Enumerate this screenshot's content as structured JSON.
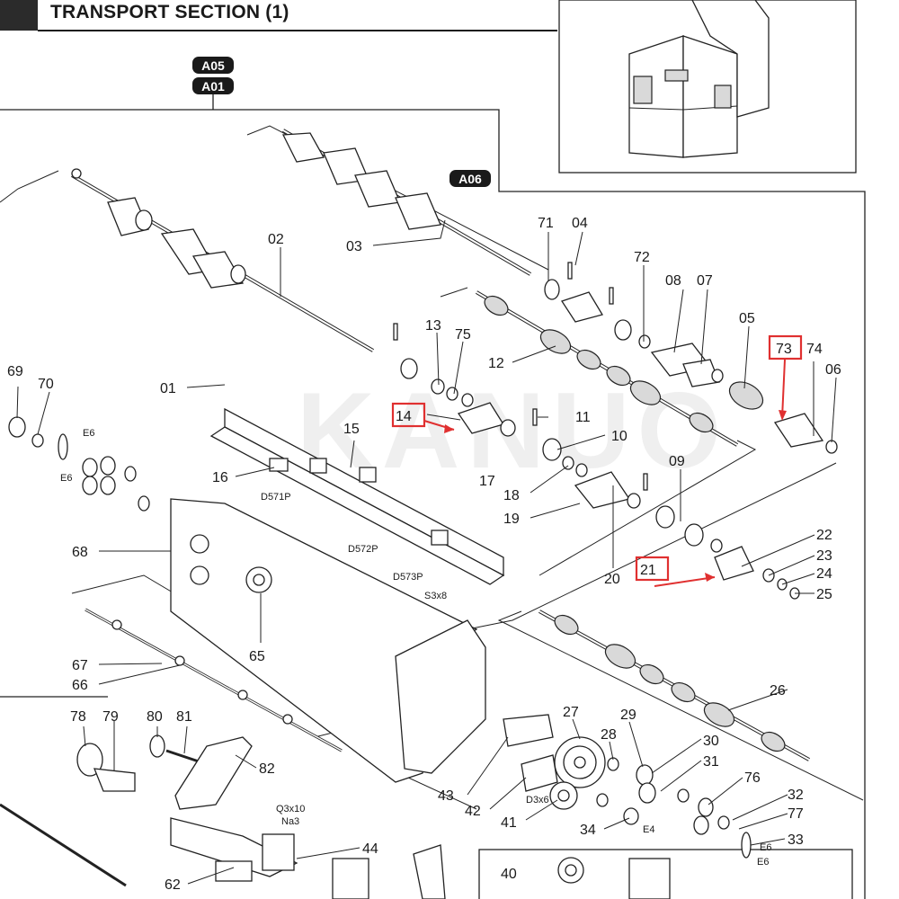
{
  "header": {
    "title": "TRANSPORT SECTION (1)"
  },
  "watermark": "KANUO",
  "tags": [
    "A05",
    "A01",
    "A06"
  ],
  "labels": {
    "l01": "01",
    "l02": "02",
    "l03": "03",
    "l04": "04",
    "l05": "05",
    "l06": "06",
    "l07": "07",
    "l08": "08",
    "l09": "09",
    "l10": "10",
    "l11": "11",
    "l12": "12",
    "l13": "13",
    "l14": "14",
    "l15": "15",
    "l16": "16",
    "l17": "17",
    "l18": "18",
    "l19": "19",
    "l20": "20",
    "l21": "21",
    "l22": "22",
    "l23": "23",
    "l24": "24",
    "l25": "25",
    "l26": "26",
    "l27": "27",
    "l28": "28",
    "l29": "29",
    "l30": "30",
    "l31": "31",
    "l32": "32",
    "l33": "33",
    "l34": "34",
    "l40": "40",
    "l41": "41",
    "l42": "42",
    "l43": "43",
    "l44": "44",
    "l62": "62",
    "l65": "65",
    "l66": "66",
    "l67": "67",
    "l68": "68",
    "l69": "69",
    "l70": "70",
    "l71": "71",
    "l72": "72",
    "l73": "73",
    "l74": "74",
    "l75": "75",
    "l76": "76",
    "l77": "77",
    "l78": "78",
    "l79": "79",
    "l80": "80",
    "l81": "81",
    "l82": "82"
  },
  "small_labels": {
    "e6a": "E6",
    "e6b": "E6",
    "e6c": "E6",
    "e6d": "E6",
    "e4": "E4",
    "d571": "D571P",
    "d572": "D572P",
    "d573": "D573P",
    "s3x8": "S3x8",
    "d3x6": "D3x6",
    "q3x10": "Q3x10",
    "na3": "Na3"
  },
  "highlight_color": "#e03030"
}
